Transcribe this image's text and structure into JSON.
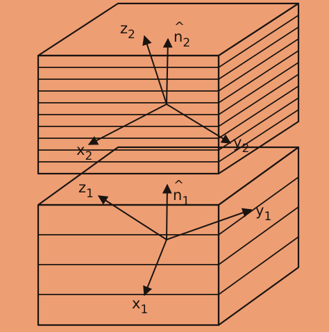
{
  "colors": {
    "background": "#EE9E73",
    "ink": "#1a1410"
  },
  "upper_block": {
    "axes": {
      "z": {
        "letter": "z",
        "subscript": "2"
      },
      "n": {
        "letter": "n",
        "hat": "^",
        "subscript": "2"
      },
      "x": {
        "letter": "x",
        "subscript": "2"
      },
      "y": {
        "letter": "y",
        "subscript": "2"
      }
    }
  },
  "lower_block": {
    "axes": {
      "z": {
        "letter": "z",
        "subscript": "1"
      },
      "n": {
        "letter": "n",
        "hat": "^",
        "subscript": "1"
      },
      "x": {
        "letter": "x",
        "subscript": "1"
      },
      "y": {
        "letter": "y",
        "subscript": "1"
      }
    }
  }
}
